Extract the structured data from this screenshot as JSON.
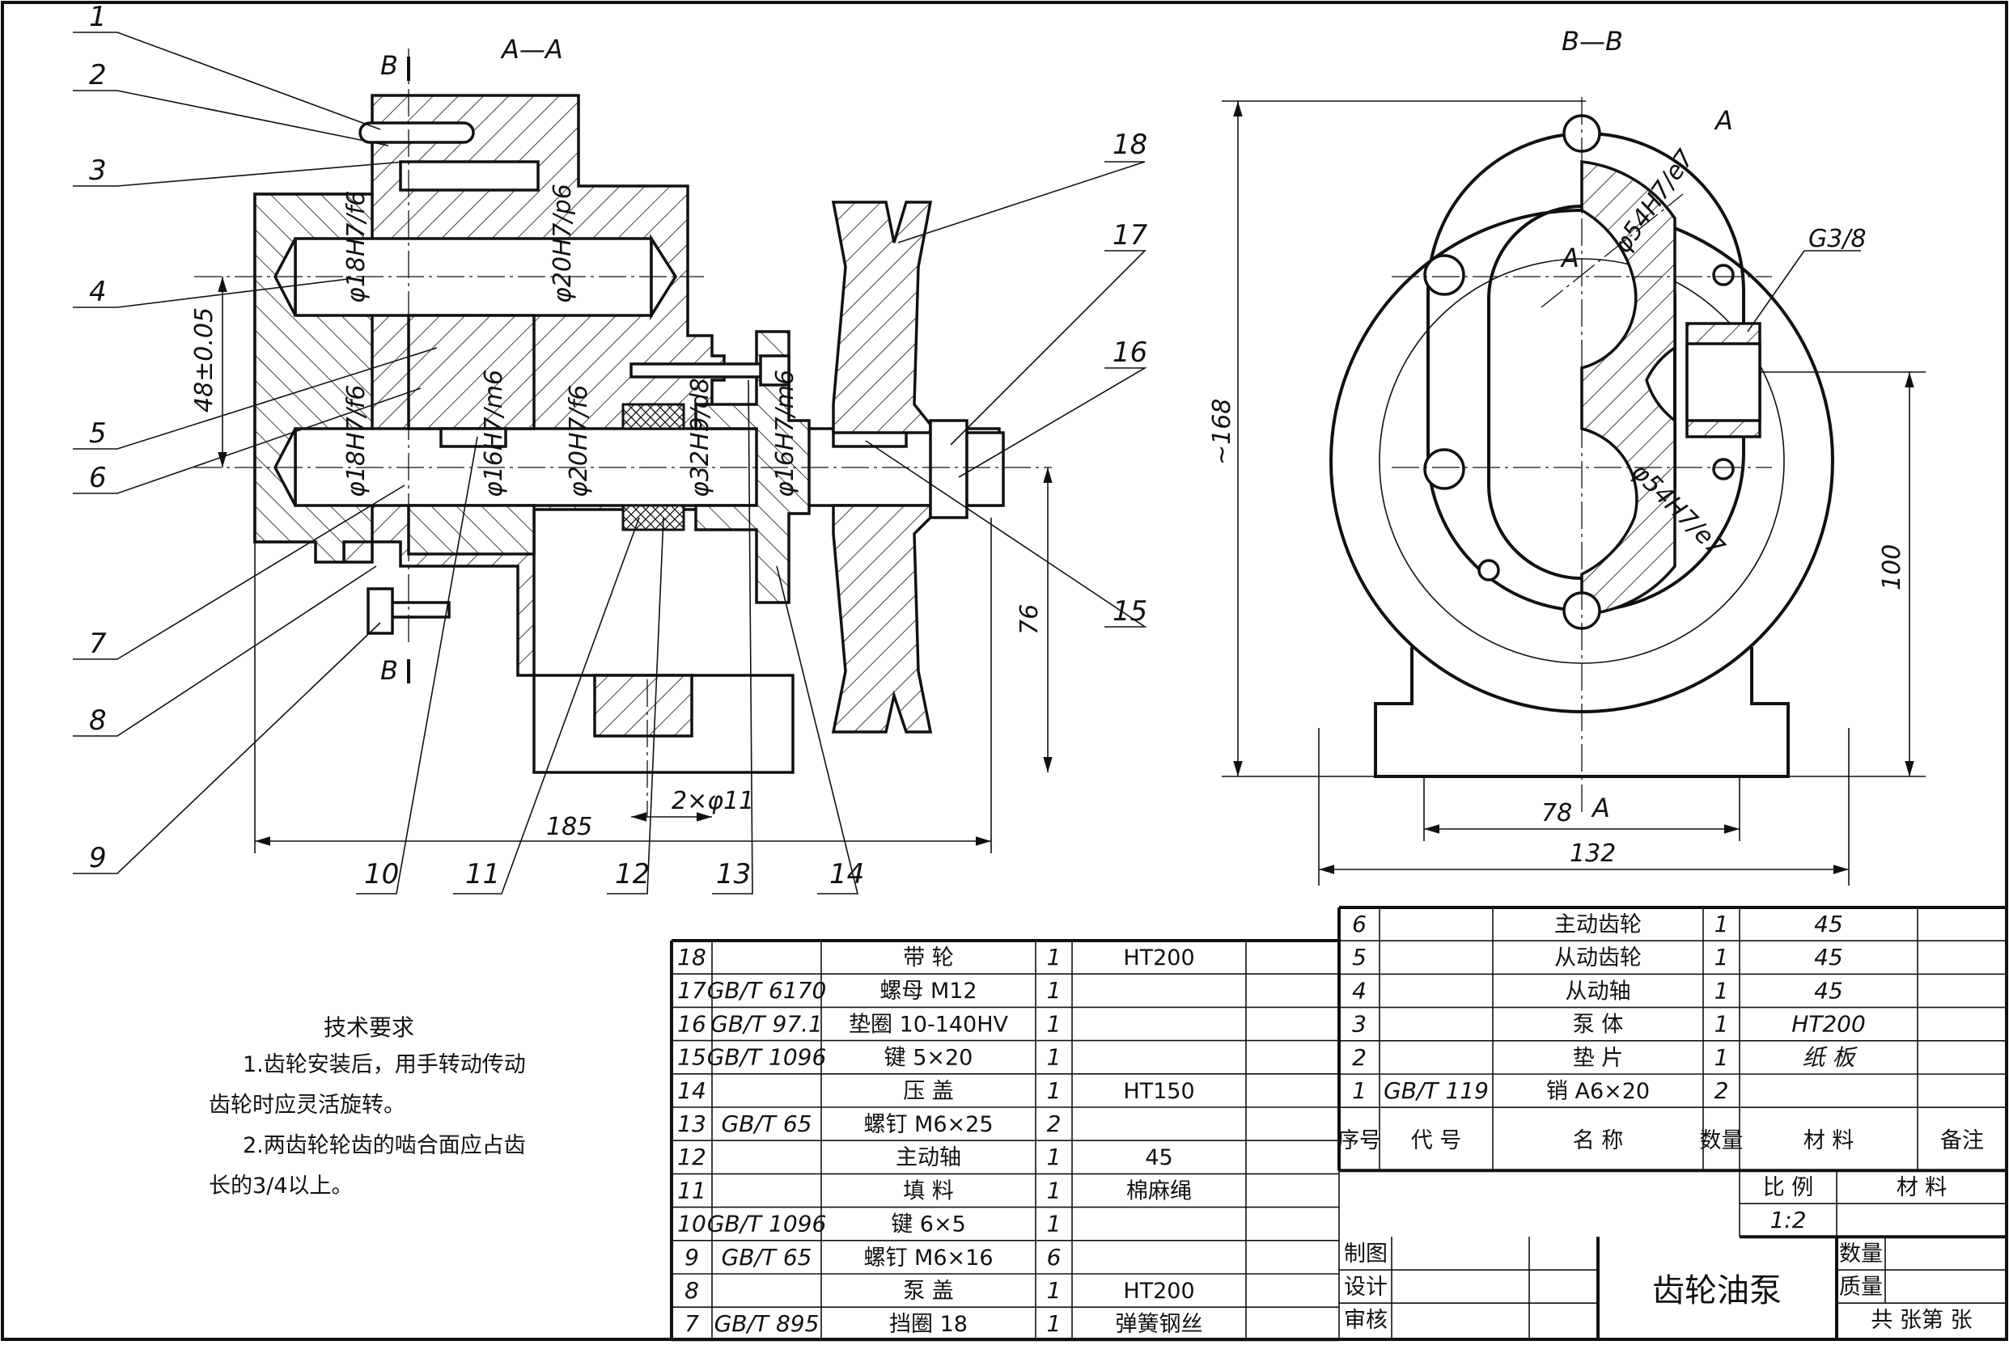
{
  "drawing": {
    "title": "齿轮油泵",
    "section_aa": "A—A",
    "section_bb": "B—B",
    "cut_b": "B",
    "cut_a": "A",
    "balloons": [
      "1",
      "2",
      "3",
      "4",
      "5",
      "6",
      "7",
      "8",
      "9",
      "10",
      "11",
      "12",
      "13",
      "14",
      "15",
      "16",
      "17",
      "18"
    ],
    "dimensions": {
      "d_48": "48±0.05",
      "d_76": "76",
      "d_185": "185",
      "d_2x11": "2×φ11",
      "d_168": "~168",
      "d_100": "100",
      "d_78": "78",
      "d_132": "132",
      "thread": "G3/8",
      "fit_18": "φ18H7/f6",
      "fit_20a": "φ20H7/p6",
      "fit_20b": "φ20H7/f6",
      "fit_32": "φ32H9/d8",
      "fit_16a": "φ16H7/m6",
      "fit_16b": "φ16H7/m6",
      "fit_18b": "φ18H7/f6",
      "fit_54a": "φ54H7/e7",
      "fit_54b": "φ54H7/e7"
    }
  },
  "notes": {
    "title": "技术要求",
    "line1": "1.齿轮安装后，用手转动传动",
    "line2": "齿轮时应灵活旋转。",
    "line3": "2.两齿轮轮齿的啮合面应占齿",
    "line4": "长的3/4以上。"
  },
  "bom_left": [
    {
      "no": "18",
      "code": "",
      "name": "带  轮",
      "qty": "1",
      "mat": "HT200",
      "rem": ""
    },
    {
      "no": "17",
      "code": "GB/T 6170",
      "name": "螺母  M12",
      "qty": "1",
      "mat": "",
      "rem": ""
    },
    {
      "no": "16",
      "code": "GB/T 97.1",
      "name": "垫圈  10-140HV",
      "qty": "1",
      "mat": "",
      "rem": ""
    },
    {
      "no": "15",
      "code": "GB/T 1096",
      "name": "键  5×20",
      "qty": "1",
      "mat": "",
      "rem": ""
    },
    {
      "no": "14",
      "code": "",
      "name": "压  盖",
      "qty": "1",
      "mat": "HT150",
      "rem": ""
    },
    {
      "no": "13",
      "code": "GB/T 65",
      "name": "螺钉  M6×25",
      "qty": "2",
      "mat": "",
      "rem": ""
    },
    {
      "no": "12",
      "code": "",
      "name": "主动轴",
      "qty": "1",
      "mat": "45",
      "rem": ""
    },
    {
      "no": "11",
      "code": "",
      "name": "填  料",
      "qty": "1",
      "mat": "棉麻绳",
      "rem": ""
    },
    {
      "no": "10",
      "code": "GB/T 1096",
      "name": "键  6×5",
      "qty": "1",
      "mat": "",
      "rem": ""
    },
    {
      "no": "9",
      "code": "GB/T 65",
      "name": "螺钉  M6×16",
      "qty": "6",
      "mat": "",
      "rem": ""
    },
    {
      "no": "8",
      "code": "",
      "name": "泵  盖",
      "qty": "1",
      "mat": "HT200",
      "rem": ""
    },
    {
      "no": "7",
      "code": "GB/T 895",
      "name": "挡圈  18",
      "qty": "1",
      "mat": "弹簧钢丝",
      "rem": ""
    }
  ],
  "bom_right": [
    {
      "no": "6",
      "code": "",
      "name": "主动齿轮",
      "qty": "1",
      "mat": "45",
      "rem": ""
    },
    {
      "no": "5",
      "code": "",
      "name": "从动齿轮",
      "qty": "1",
      "mat": "45",
      "rem": ""
    },
    {
      "no": "4",
      "code": "",
      "name": "从动轴",
      "qty": "1",
      "mat": "45",
      "rem": ""
    },
    {
      "no": "3",
      "code": "",
      "name": "泵  体",
      "qty": "1",
      "mat": "HT200",
      "rem": ""
    },
    {
      "no": "2",
      "code": "",
      "name": "垫  片",
      "qty": "1",
      "mat": "纸  板",
      "rem": ""
    },
    {
      "no": "1",
      "code": "GB/T 119",
      "name": "销  A6×20",
      "qty": "2",
      "mat": "",
      "rem": ""
    }
  ],
  "bom_header": {
    "no": "序号",
    "code": "代  号",
    "name": "名  称",
    "qty": "数量",
    "mat": "材  料",
    "rem": "备注"
  },
  "title_block": {
    "scale_label": "比  例",
    "material_label": "材  料",
    "scale_value": "1:2",
    "drawn": "制图",
    "design": "设计",
    "review": "审核",
    "count_label": "数量",
    "mass_label": "质量",
    "sheets": "共    张第    张"
  }
}
